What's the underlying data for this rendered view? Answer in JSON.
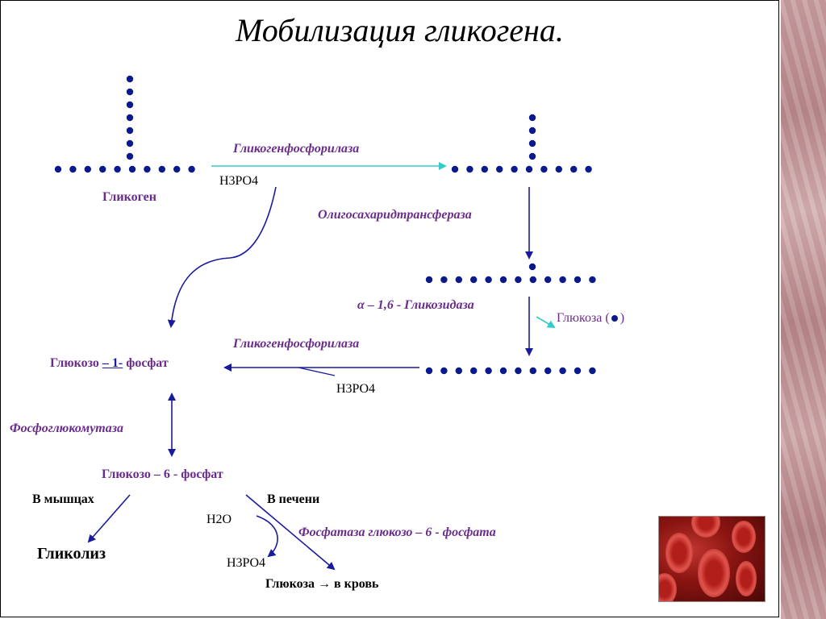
{
  "title": "Мобилизация гликогена.",
  "labels": {
    "glycogen": "Гликоген",
    "enzyme_phosphorylase_1": "Гликогенфосфорилаза",
    "h3po4_1": "H3PO4",
    "enzyme_transferase": "Олигосахаридтрансфераза",
    "enzyme_glucosidase": "α – 1,6 - Гликозидаза",
    "glucose_free": "Глюкоза (",
    "glucose_free_close": ")",
    "enzyme_phosphorylase_2": "Гликогенфосфорилаза",
    "glucose_1_phosphate_a": "Глюкозо ",
    "glucose_1_phosphate_b": "– 1-",
    "glucose_1_phosphate_c": " фосфат",
    "h3po4_2": "H3PO4",
    "enzyme_mutase": "Фосфоглюкомутаза",
    "glucose_6_phosphate": "Глюкозо – 6 - фосфат",
    "in_muscles": "В мышцах",
    "in_liver": "В печени",
    "h2o": "H2O",
    "enzyme_phosphatase": "Фосфатаза глюкозо – 6 - фосфата",
    "h3po4_3": "H3PO4",
    "glycolysis": "Гликолиз",
    "glucose_blood": "Глюкоза → в кровь"
  },
  "colors": {
    "dot": "#0a1a8c",
    "arrow": "#1a1a9c",
    "cyan_arrow": "#33cccc",
    "enzyme_text": "#6a2c8c"
  }
}
